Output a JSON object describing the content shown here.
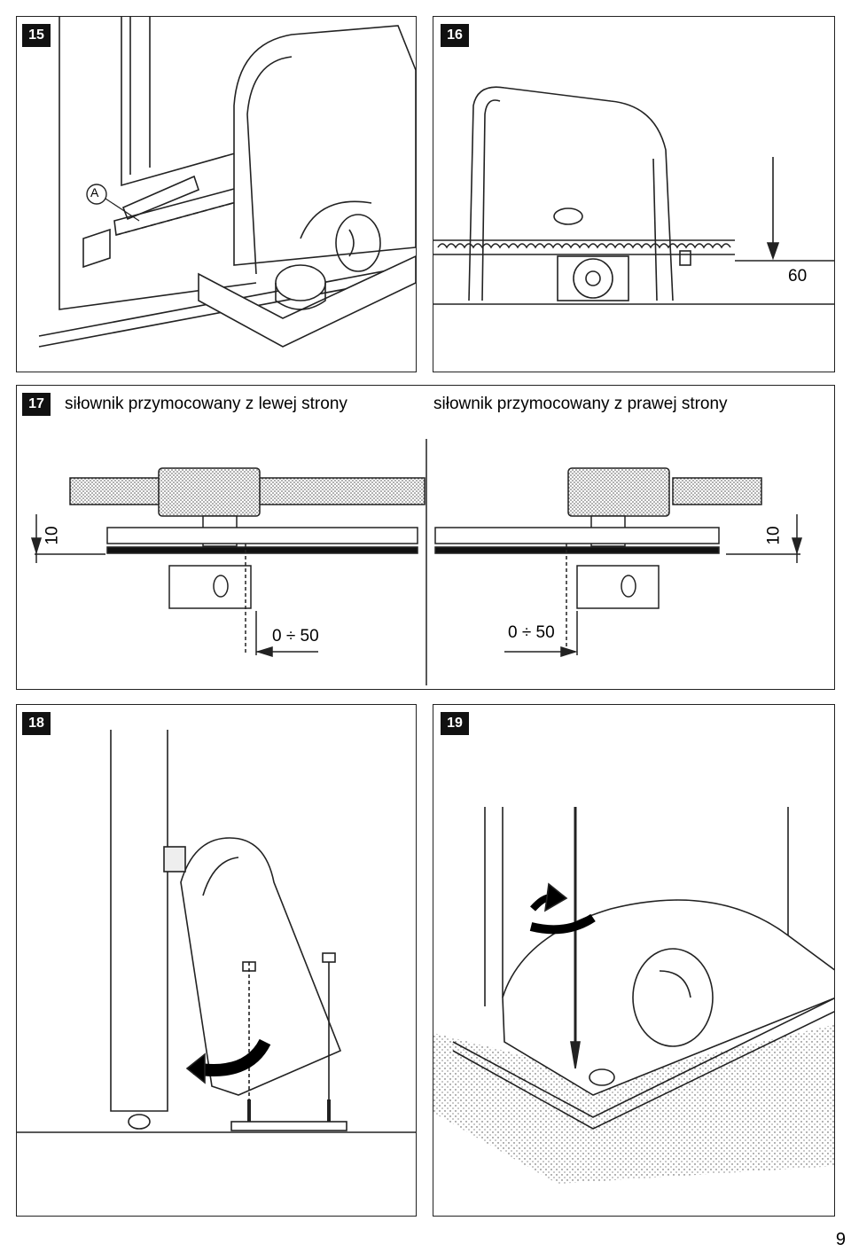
{
  "figures": {
    "fig15": {
      "number": "15",
      "callout": "A"
    },
    "fig16": {
      "number": "16",
      "dimension": "60"
    },
    "fig17": {
      "number": "17",
      "caption_left": "siłownik przymocowany z lewej strony",
      "caption_right": "siłownik przymocowany z prawej strony",
      "dim_vertical_left": "10",
      "dim_vertical_right": "10",
      "dim_range_left": "0 ÷ 50",
      "dim_range_right": "0 ÷ 50"
    },
    "fig18": {
      "number": "18"
    },
    "fig19": {
      "number": "19"
    }
  },
  "page_number": "9"
}
